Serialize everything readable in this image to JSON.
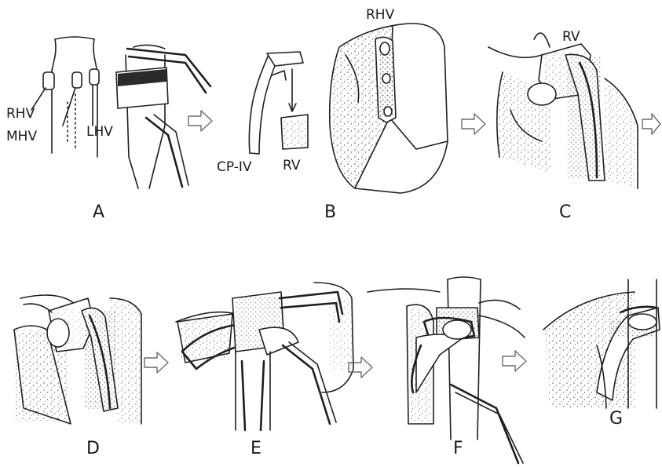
{
  "panels": [
    {
      "id": "A",
      "label": "A"
    },
    {
      "id": "B",
      "label": "B"
    },
    {
      "id": "C",
      "label": "C"
    },
    {
      "id": "D",
      "label": "D"
    },
    {
      "id": "E",
      "label": "E"
    },
    {
      "id": "F",
      "label": "F"
    },
    {
      "id": "G",
      "label": "G"
    }
  ],
  "annotations": {
    "rhv_a": "RHV",
    "mhv": "MHV",
    "lhv": "LHV",
    "cp_iv": "CP-IV",
    "rv_b": "RV",
    "rhv_b": "RHV",
    "rv_c": "RV"
  }
}
